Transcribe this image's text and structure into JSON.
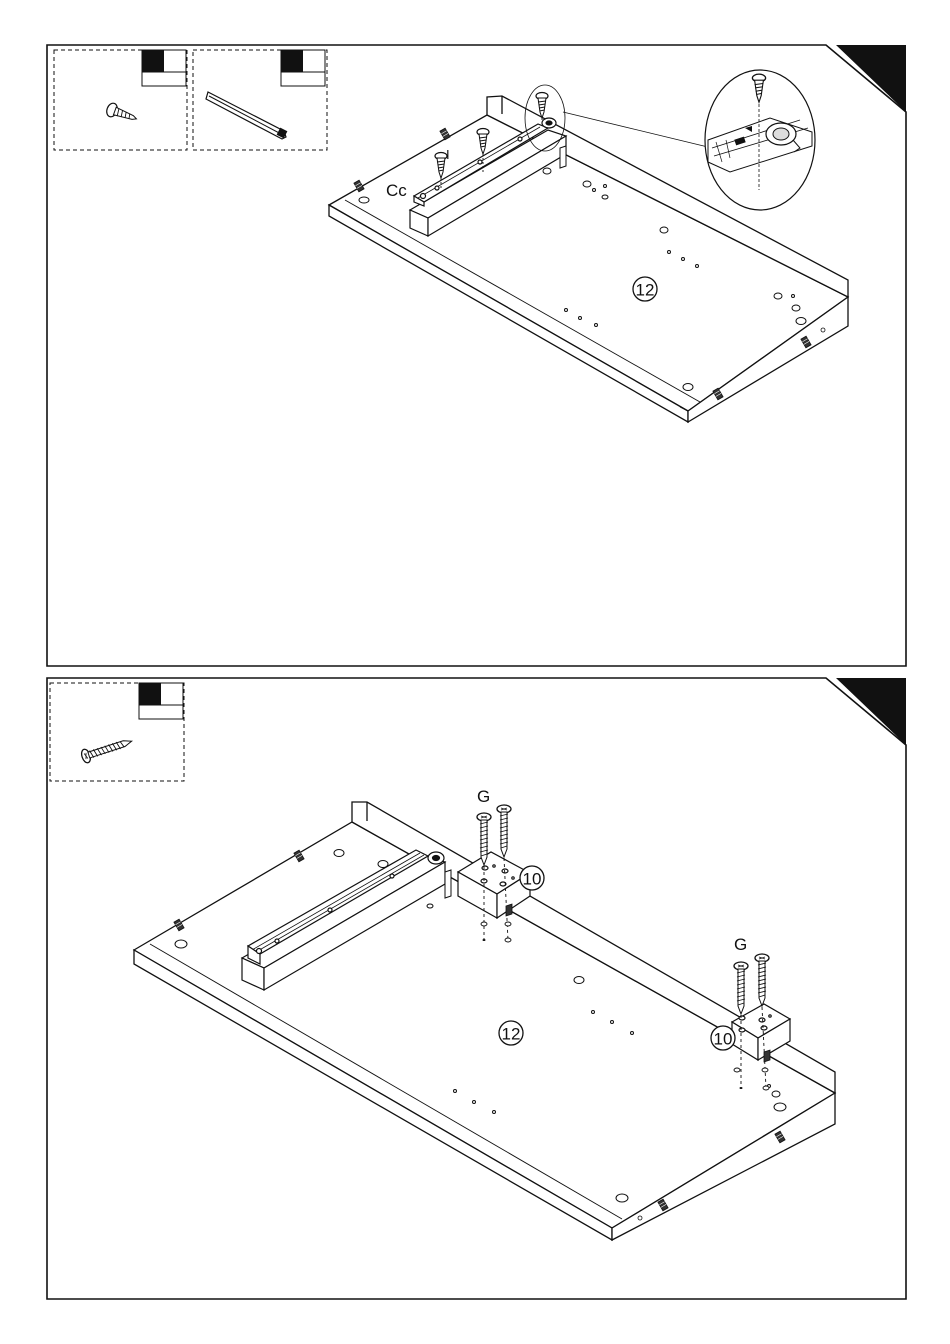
{
  "step1": {
    "slide_label": "Cc",
    "screw_label": "I",
    "panel_number": "12"
  },
  "step2": {
    "panel_number": "12",
    "block_label_left": "10",
    "block_label_right": "10",
    "screw_label_left": "G",
    "screw_label_right": "G"
  },
  "colors": {
    "line": "#111111",
    "fill": "#ffffff",
    "corner": "#111111"
  }
}
